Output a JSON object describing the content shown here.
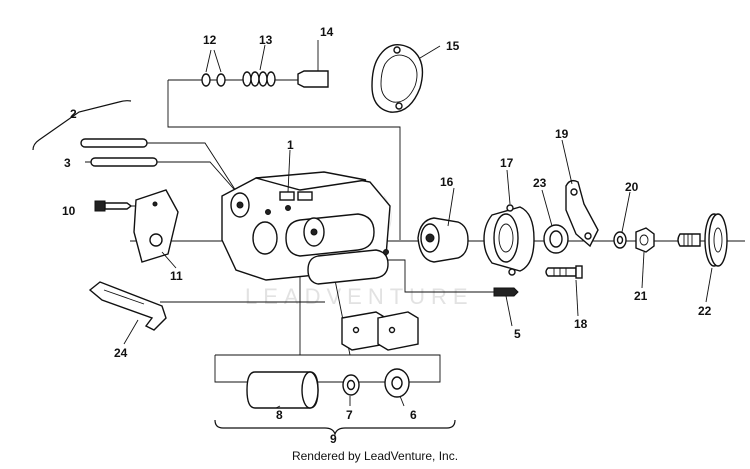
{
  "callouts": {
    "c1": "1",
    "c2": "2",
    "c3": "3",
    "c5": "5",
    "c6": "6",
    "c7": "7",
    "c8": "8",
    "c9": "9",
    "c10": "10",
    "c11": "11",
    "c12": "12",
    "c13": "13",
    "c14": "14",
    "c15": "15",
    "c16": "16",
    "c17": "17",
    "c18": "18",
    "c19": "19",
    "c20": "20",
    "c21": "21",
    "c22": "22",
    "c23": "23",
    "c24": "24"
  },
  "watermark": "LEADVENTURE",
  "credit": "Rendered by LeadVenture, Inc."
}
